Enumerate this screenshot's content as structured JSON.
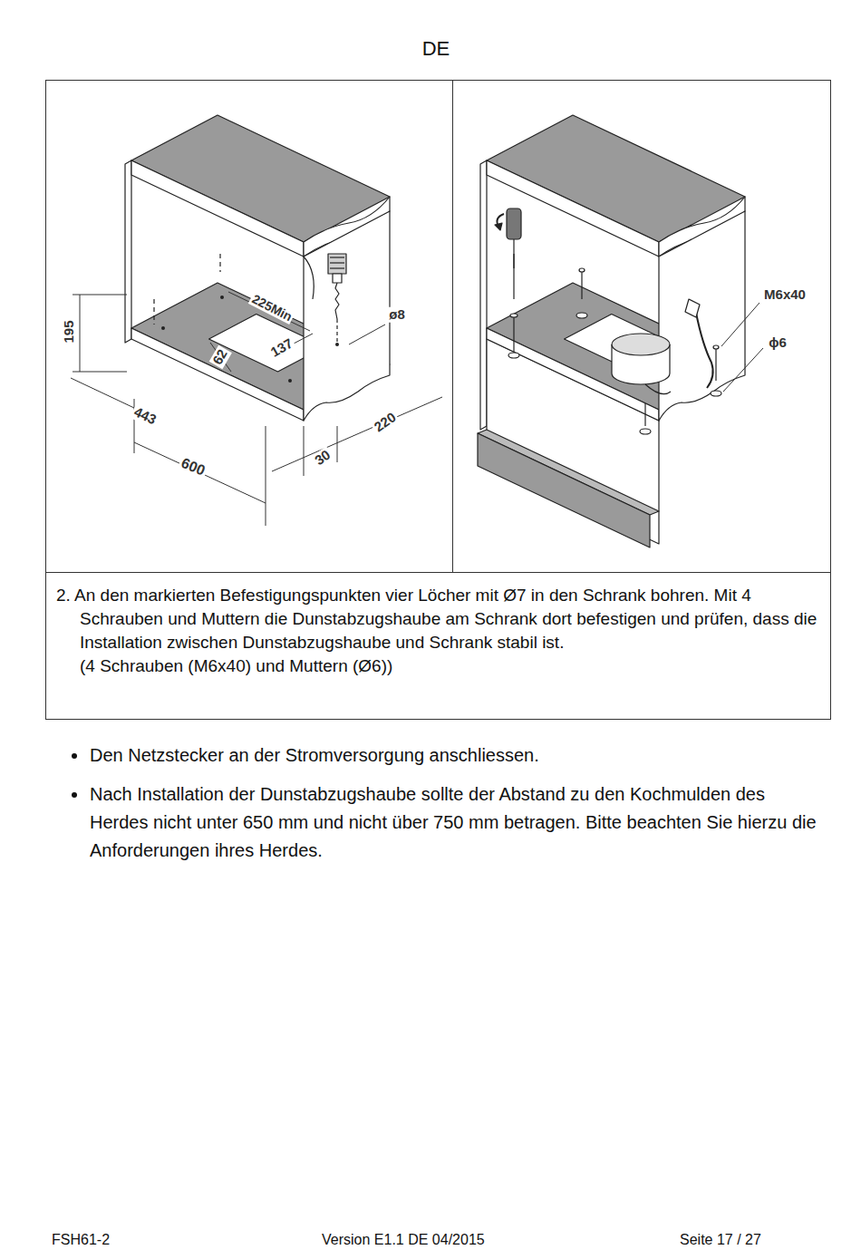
{
  "diagram": {
    "nodes": [
      {
        "text": [
          "2. An den markierten Befestigungspunkten vier Löcher mit Ø7 in den Schrank bohren. Mit 4 Schrauben und Muttern die Dunstabzugshaube am Schrank dort befestigen und prüfen, dass die Installation zwischen Dunstabzugshaube und Schrank stabil ist.",
          "(4 Schrauben (M6x40) und Muttern (Ø6))"
        ]
      }
    ],
    "labels": [
      "DE",
      "195",
      "225Min",
      "137",
      "62",
      "ø8",
      "443",
      "600",
      "30",
      "220",
      "M6x40",
      "ϕ6",
      "Den Netzstecker an der Stromversorgung anschliessen.",
      "Nach Installation der Dunstabzugshaube sollte der Abstand zu den Kochmulden des Herdes nicht unter 650 mm und nicht über 750 mm betragen. Bitte beachten Sie hierzu die Anforderungen ihres Herdes.",
      "FSH61-2",
      "Version E1.1 DE 04/2015",
      "Seite 17 / 27"
    ]
  }
}
